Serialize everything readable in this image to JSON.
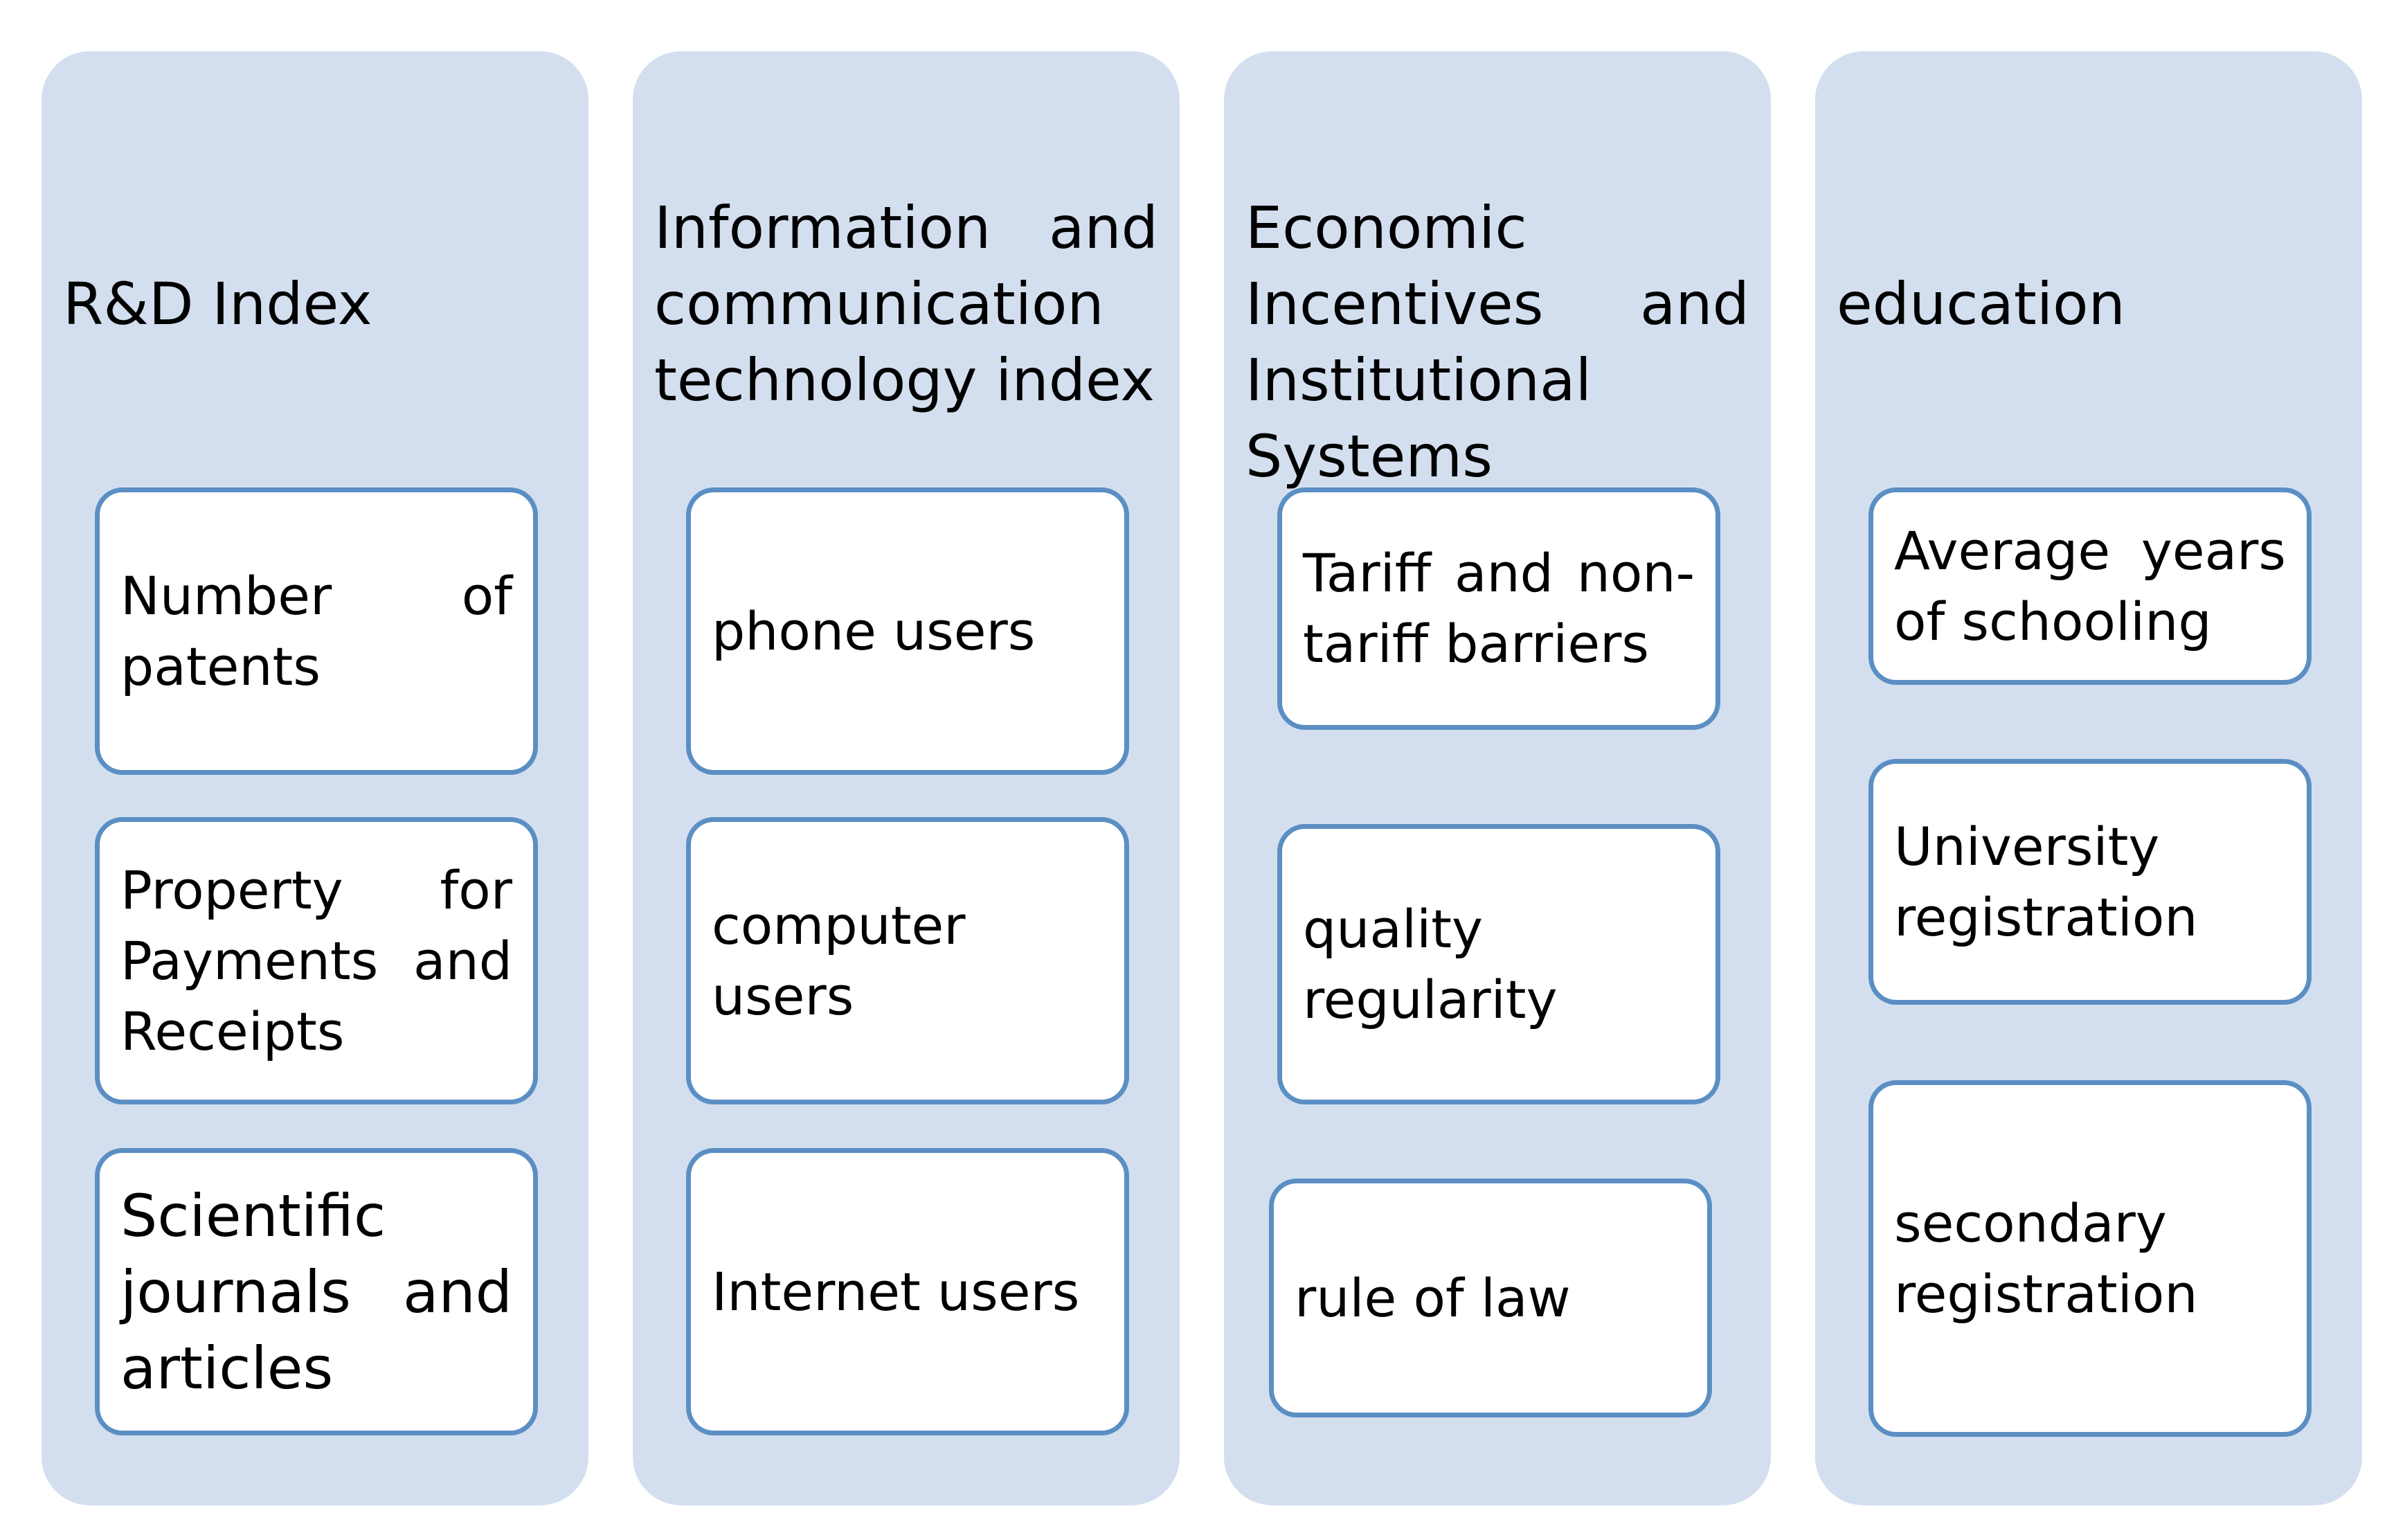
{
  "columns": [
    {
      "title": "R&D Index",
      "items": [
        "Number of patents",
        "Property for Payments and Receipts",
        "Scientific journals and articles"
      ]
    },
    {
      "title": "Information and communication technology index",
      "items": [
        "phone users",
        "computer users",
        "Internet users"
      ]
    },
    {
      "title": "Economic Incentives and Institutional Systems",
      "items": [
        "Tariff and non-tariff barriers",
        "quality regularity",
        "rule of law"
      ]
    },
    {
      "title": "education",
      "items": [
        "Average years of schooling",
        "University registration",
        "secondary registration"
      ]
    }
  ],
  "colors": {
    "panel": "#d3dfef",
    "box_border": "#5b8fc3",
    "box_fill": "#ffffff"
  }
}
